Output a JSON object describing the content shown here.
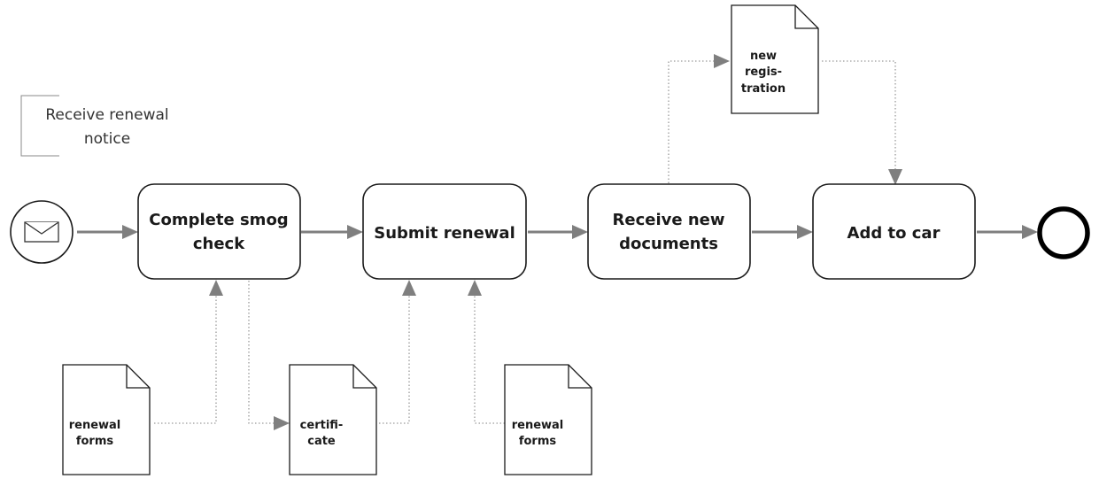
{
  "diagram": {
    "annotation": {
      "lines": [
        "Receive renewal",
        "notice"
      ]
    },
    "start_event": {
      "type": "message-start-event",
      "icon": "envelope-icon"
    },
    "end_event": {
      "type": "end-event"
    },
    "tasks": [
      {
        "id": "smog",
        "lines": [
          "Complete smog",
          "check"
        ]
      },
      {
        "id": "submit",
        "lines": [
          "Submit renewal"
        ]
      },
      {
        "id": "receive",
        "lines": [
          "Receive new",
          "documents"
        ]
      },
      {
        "id": "add",
        "lines": [
          "Add to car"
        ]
      }
    ],
    "documents": [
      {
        "id": "new-registration",
        "lines": [
          "new",
          "regis-",
          "tration"
        ]
      },
      {
        "id": "renewal-forms-1",
        "lines": [
          "renewal",
          "forms"
        ]
      },
      {
        "id": "certificate",
        "lines": [
          "certifi-",
          "cate"
        ]
      },
      {
        "id": "renewal-forms-2",
        "lines": [
          "renewal",
          "forms"
        ]
      }
    ],
    "colors": {
      "sequence_flow": "#7f7f7f",
      "data_association": "#9a9a9a",
      "outline": "#1a1a1a",
      "annotation_bracket": "#8a8a8a"
    }
  }
}
